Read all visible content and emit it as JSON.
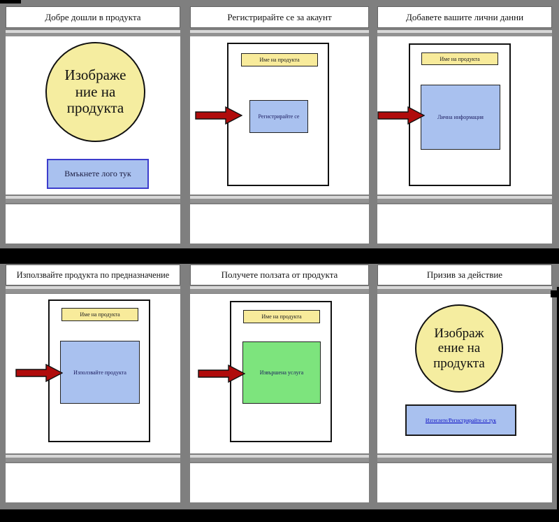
{
  "panels": [
    {
      "title": "Добре дошли в продукта",
      "image_placeholder": {
        "text": "Изображение на продукта",
        "lines": [
          "Изображе",
          "ние на",
          "продукта"
        ]
      },
      "logo_box_label": "Вмъкнете лого тук"
    },
    {
      "title": "Регистрирайте се за акаунт",
      "app_name_label": "Име на продукта",
      "button_label": "Регистрирайте се"
    },
    {
      "title": "Добавете вашите лични данни",
      "app_name_label": "Име на продукта",
      "screen_label": "Лична информация"
    },
    {
      "title": "Използвайте продукта по предназначение",
      "app_name_label": "Име на продукта",
      "screen_label": "Използвайте продукта"
    },
    {
      "title": "Получете ползата от продукта",
      "app_name_label": "Име на продукта",
      "screen_label": "Извършена услуга"
    },
    {
      "title": "Призив за действие",
      "image_placeholder": {
        "text": "Изображение на продукта",
        "lines": [
          "Изображ",
          "ение на",
          "продукта"
        ]
      },
      "cta_link_label": "Изтеглете/Регистрирайте се тук"
    }
  ],
  "colors": {
    "background": "#7f7f7f",
    "panel_bg": "#ffffff",
    "image_fill": "#f5eda0",
    "app_bar_fill": "#f8eb9b",
    "action_fill": "#a9c1ef",
    "benefit_fill": "#7de47d",
    "arrow_fill": "#b00b0b",
    "link_color": "#0000bf"
  }
}
